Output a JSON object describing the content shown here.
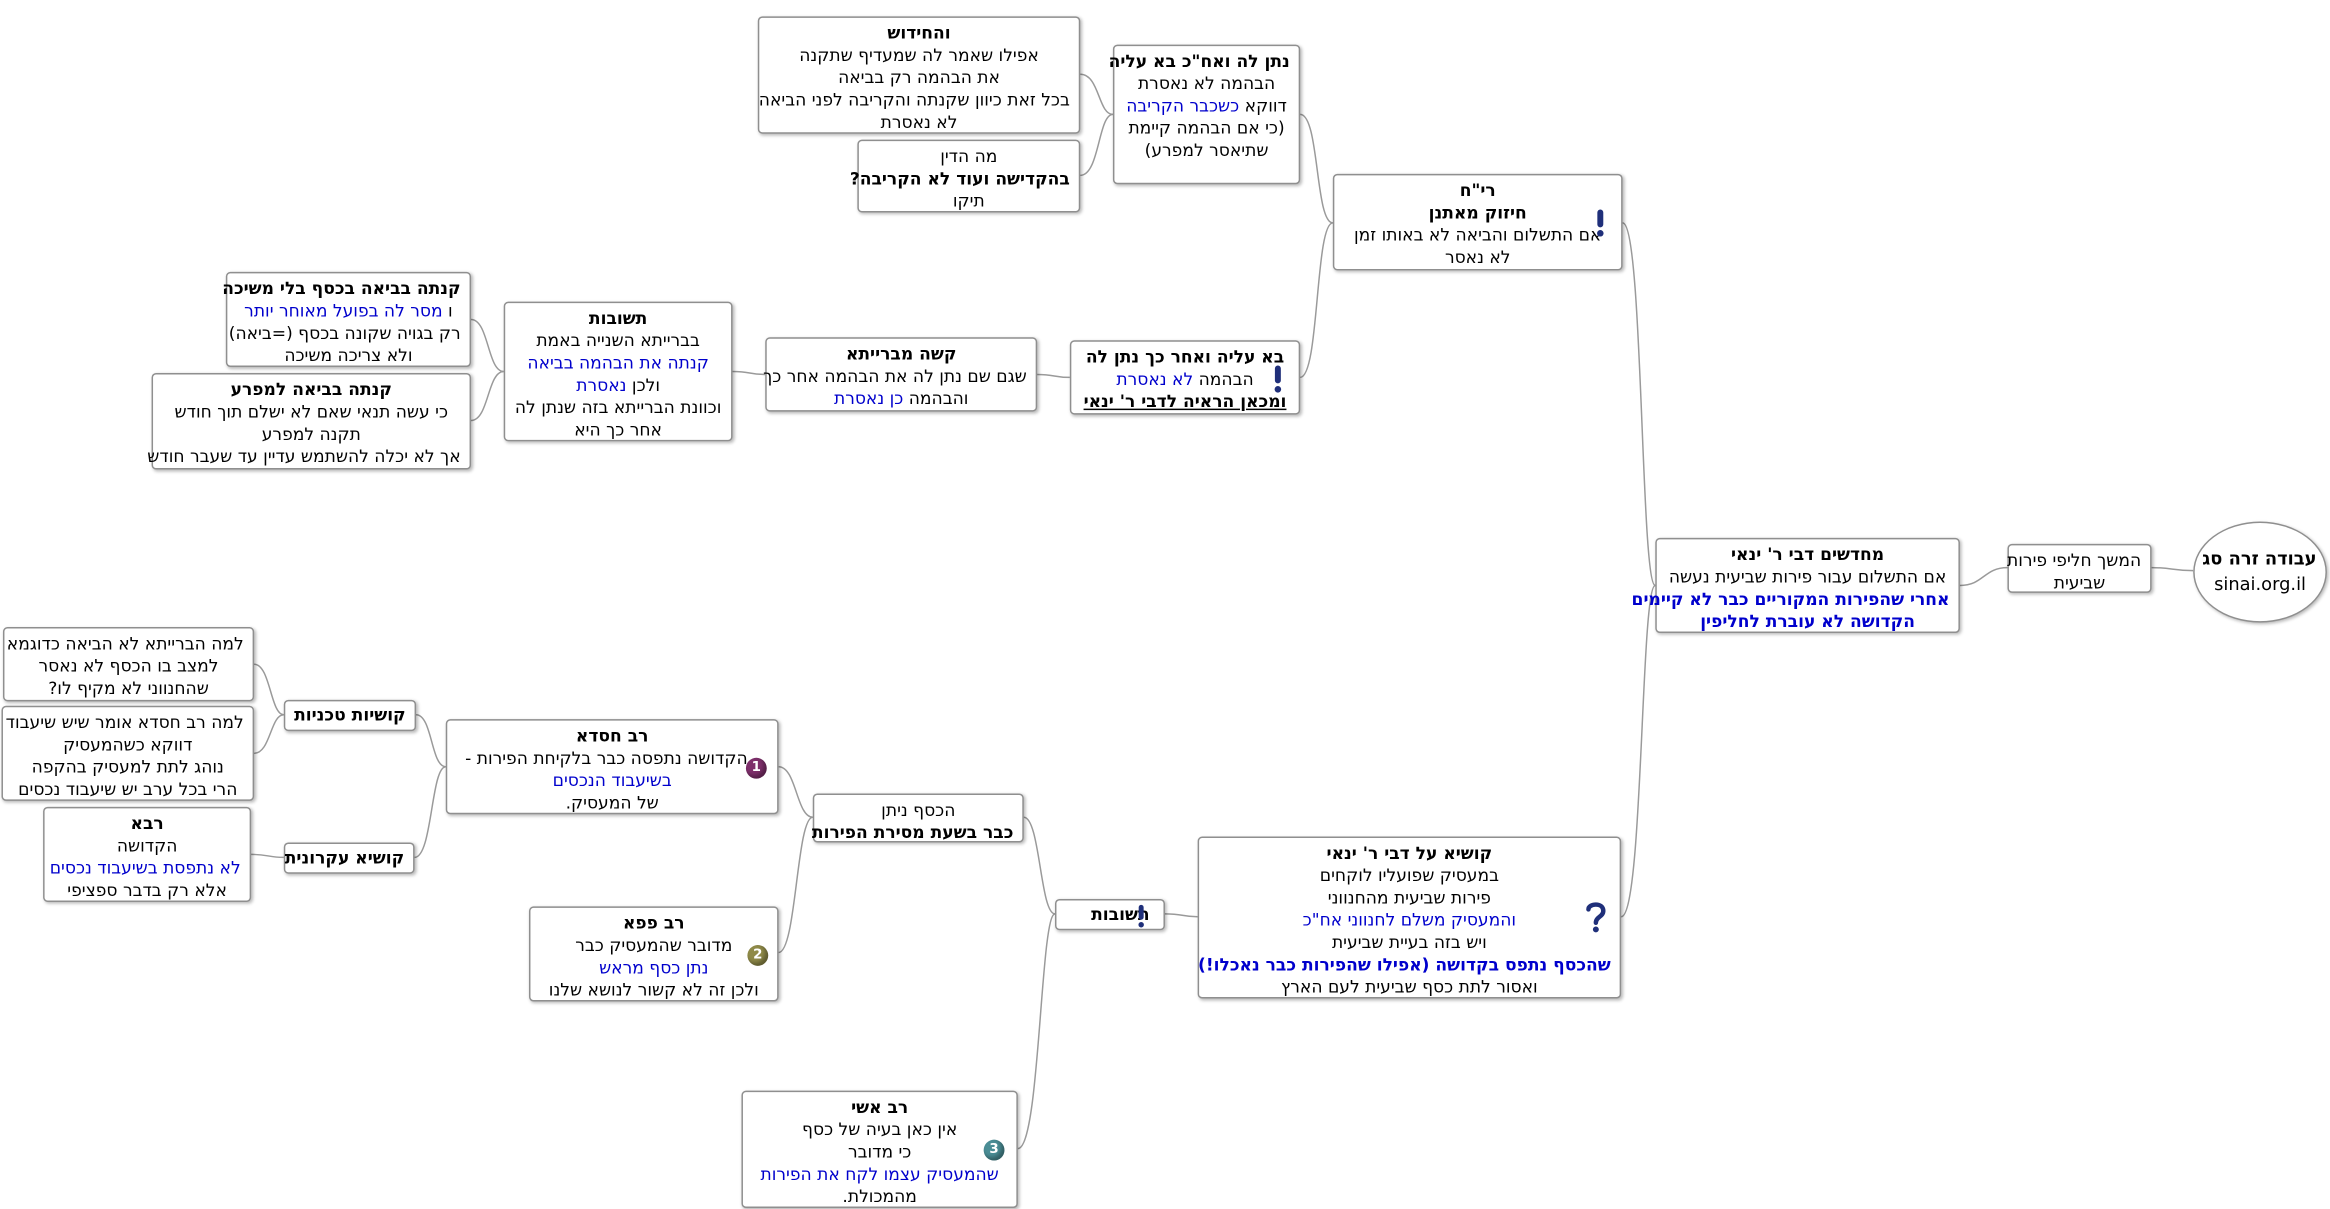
{
  "root": {
    "title": "עבודה זרה סג",
    "site": "sinai.org.il"
  },
  "n_continuation": {
    "line1": "המשך חליפי פירות",
    "line2": "שביעית"
  },
  "n_chidushim": {
    "title": "מחדשים דבי ר' ינאי",
    "l1": "אם התשלום עבור פירות שביעית נעשה",
    "l2": "אחרי שהפירות המקוריים כבר לא קיימים",
    "l3": "הקדושה לא עוברת לחליפין"
  },
  "n_rish": {
    "title": "רי\"ח",
    "subtitle": "חיזוק מאתנן",
    "l1": "אם התשלום והביאה לא באותו זמן",
    "l2": "לא נאסר",
    "icon": "exclamation-icon"
  },
  "n_natan": {
    "title": "נתן לה ואח\"כ בא עליה",
    "l1": "הבהמה לא נאסרת",
    "l2a": "דווקא ",
    "l2b": "כשכבר הקריבה",
    "l3": "(כי אם הבהמה קיימת",
    "l4": "שתיאסר למפרע)"
  },
  "n_hachidush": {
    "title": "והחידוש",
    "l1": "אפילו שאמר לה שמעדיף שתקנה",
    "l2": "את הבהמה רק בביאה",
    "l3": "בכל זאת כיוון שקנתה והקריבה לפני הביאה",
    "l4": "לא נאסרת"
  },
  "n_madin": {
    "l1": "מה הדין",
    "l2": "בהקדישה ועוד לא הקריבה?",
    "l3": "תיקו"
  },
  "n_ba": {
    "title": "בא עליה ואחר כך נתן לה",
    "l1a": "הבהמה ",
    "l1b": "לא נאסרת",
    "l2": "ומכאן הראיה לדבי ר' ינאי",
    "icon": "exclamation-icon"
  },
  "n_kashe": {
    "title": "קשה מברייתא",
    "l1": "שגם שם נתן לה את הבהמה אחר כך",
    "l2a": "והבהמה ",
    "l2b": "כן נאסרת"
  },
  "n_teshuvot_top": {
    "title": "תשובות",
    "l1": "בברייתא השנייה באמת",
    "l2": "קנתה את הבהמה בביאה",
    "l3a": "ולכן ",
    "l3b": "נאסרת",
    "l4": "וכוונת הברייתא בזה שנתן לה",
    "l5": "אחר כך היא"
  },
  "n_kanta_kesef": {
    "title": "קנתה בביאה בכסף בלי משיכה",
    "l1a": "ו ",
    "l1b": "מסר לה בפועל מאוחר יותר",
    "l2": "רק בגויה שקונה בכסף (=ביאה)",
    "l3": "ולא צריכה משיכה"
  },
  "n_kanta_lemafrea": {
    "title": "קנתה בביאה למפרע",
    "l1": "כי עשה תנאי שאם לא ישלם תוך חודש",
    "l2": "תקנה למפרע",
    "l3": "אך לא יכלה להשתמש עדיין עד שעבר חודש"
  },
  "n_kushia": {
    "title": "קושיא על דבי ר' ינאי",
    "l1": "במעסיק שפועליו לוקחים",
    "l2": "פירות שביעית מהחנווני",
    "l3": "והמעסיק משלם לחנווני אח\"כ",
    "l4": "ויש בזה בעיית שביעית",
    "l5": "שהכסף נתפס בקדושה (אפילו שהפירות כבר נאכלו!)",
    "l6": "ואסור לתת כסף שביעית לעם הארץ",
    "icon": "question-mark-icon"
  },
  "n_teshuvot_bottom": {
    "title": "תשובות",
    "icon": "exclamation-icon"
  },
  "n_kesef": {
    "l1": "הכסף ניתן",
    "l2": "כבר בשעת מסירת הפירות"
  },
  "n_chisda": {
    "title": "רב חסדא",
    "l1": "- הקדושה נתפסה כבר בלקיחת הפירות -",
    "l2": "בשיעבוד הנכסים",
    "l3": "של המעסיק.",
    "badge": "1"
  },
  "n_papa": {
    "title": "רב פפא",
    "l1": "מדובר שהמעסיק כבר",
    "l2": "נתן כסף מראש",
    "l3": "ולכן זה לא קשור לנושא שלנו",
    "badge": "2"
  },
  "n_ashi": {
    "title": "רב אשי",
    "l1": "אין כאן בעיה של כסף",
    "l2": "כי מדובר",
    "l3": "שהמעסיק עצמו לקח את הפירות",
    "l4": "מהמכולת.",
    "badge": "3"
  },
  "n_tech": {
    "title": "קושיות טכניות"
  },
  "n_ikronit": {
    "title": "קושיא עקרונית"
  },
  "n_lama1": {
    "l1": "למה הברייתא לא הביאה כדוגמא",
    "l2": "למצב בו הכסף לא נאסר",
    "l3": "שהחנווני לא מקיף לו?"
  },
  "n_lama2": {
    "l1": "למה רב חסדא אומר שיש שיעבוד",
    "l2": "דווקא כשהמעסיק",
    "l3": "נוהג לתת למעסיק בהקפה",
    "l4": "הרי בכל ערב יש שיעבוד נכסים"
  },
  "n_rava": {
    "title": "רבא",
    "l1": "הקדושה",
    "l2": "לא נתפסת בשיעבוד נכסים",
    "l3": "אלא רק בדבר ספציפי"
  },
  "colors": {
    "text_blue": "#0000cc",
    "link_gray": "#9a9a9a",
    "badge1": "#7e2f6b",
    "badge2": "#8f8a48",
    "badge3": "#4a8d95",
    "icon_navy": "#1f2f7a"
  }
}
